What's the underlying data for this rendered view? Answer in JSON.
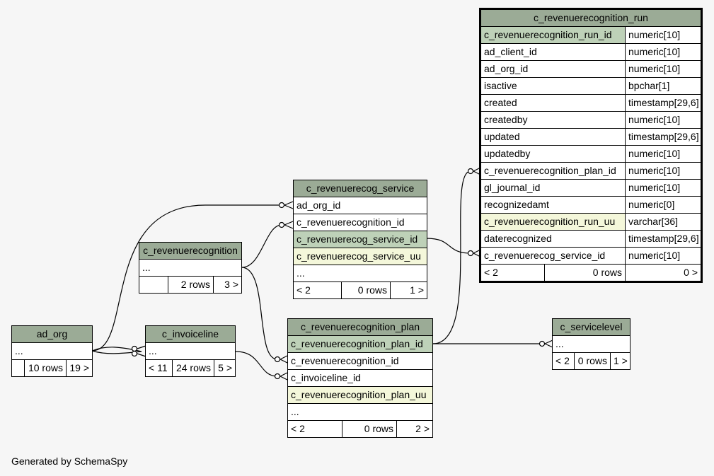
{
  "tables": {
    "run": {
      "name": "c_revenuerecognition_run",
      "columns": [
        {
          "name": "c_revenuerecognition_run_id",
          "type": "numeric[10]"
        },
        {
          "name": "ad_client_id",
          "type": "numeric[10]"
        },
        {
          "name": "ad_org_id",
          "type": "numeric[10]"
        },
        {
          "name": "isactive",
          "type": "bpchar[1]"
        },
        {
          "name": "created",
          "type": "timestamp[29,6]"
        },
        {
          "name": "createdby",
          "type": "numeric[10]"
        },
        {
          "name": "updated",
          "type": "timestamp[29,6]"
        },
        {
          "name": "updatedby",
          "type": "numeric[10]"
        },
        {
          "name": "c_revenuerecognition_plan_id",
          "type": "numeric[10]"
        },
        {
          "name": "gl_journal_id",
          "type": "numeric[10]"
        },
        {
          "name": "recognizedamt",
          "type": "numeric[0]"
        },
        {
          "name": "c_revenuerecognition_run_uu",
          "type": "varchar[36]"
        },
        {
          "name": "daterecognized",
          "type": "timestamp[29,6]"
        },
        {
          "name": "c_revenuerecog_service_id",
          "type": "numeric[10]"
        }
      ],
      "footer": {
        "parents": "< 2",
        "rows": "0 rows",
        "children": "0 >"
      }
    },
    "service": {
      "name": "c_revenuerecog_service",
      "columns": [
        {
          "name": "ad_org_id"
        },
        {
          "name": "c_revenuerecognition_id"
        },
        {
          "name": "c_revenuerecog_service_id"
        },
        {
          "name": "c_revenuerecog_service_uu"
        },
        {
          "name": "..."
        }
      ],
      "footer": {
        "parents": "< 2",
        "rows": "0 rows",
        "children": "1 >"
      }
    },
    "recognition": {
      "name": "c_revenuerecognition",
      "columns": [
        {
          "name": "..."
        }
      ],
      "footer": {
        "parents": "",
        "rows": "2 rows",
        "children": "3 >"
      }
    },
    "plan": {
      "name": "c_revenuerecognition_plan",
      "columns": [
        {
          "name": "c_revenuerecognition_plan_id"
        },
        {
          "name": "c_revenuerecognition_id"
        },
        {
          "name": "c_invoiceline_id"
        },
        {
          "name": "c_revenuerecognition_plan_uu"
        },
        {
          "name": "..."
        }
      ],
      "footer": {
        "parents": "< 2",
        "rows": "0 rows",
        "children": "2 >"
      }
    },
    "ad_org": {
      "name": "ad_org",
      "columns": [
        {
          "name": "..."
        }
      ],
      "footer": {
        "parents": "",
        "rows": "10 rows",
        "children": "19 >"
      }
    },
    "invoiceline": {
      "name": "c_invoiceline",
      "columns": [
        {
          "name": "..."
        }
      ],
      "footer": {
        "parents": "< 11",
        "rows": "24 rows",
        "children": "5 >"
      }
    },
    "servicelevel": {
      "name": "c_servicelevel",
      "columns": [
        {
          "name": "..."
        }
      ],
      "footer": {
        "parents": "< 2",
        "rows": "0 rows",
        "children": "1 >"
      }
    }
  },
  "generated_by": "Generated by SchemaSpy",
  "colors": {
    "header": "#9bab96",
    "primary_key": "#bed1b8",
    "unique_key": "#f4f7da",
    "background": "#f6f6f6"
  }
}
